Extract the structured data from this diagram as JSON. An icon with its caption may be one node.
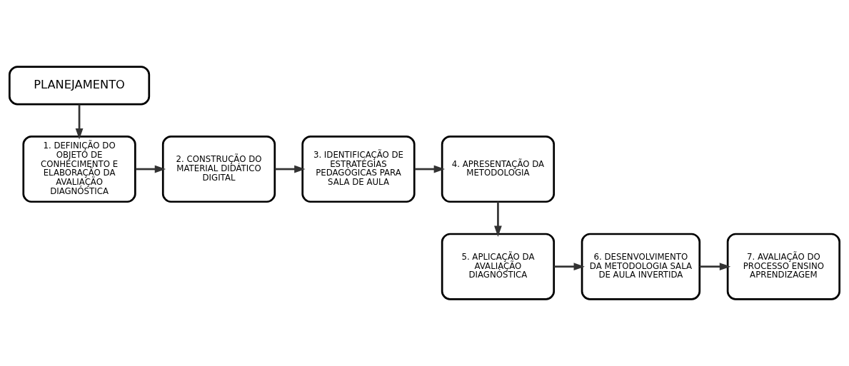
{
  "diagram": {
    "nodes": [
      {
        "text": [
          "PLANEJAMENTO"
        ]
      },
      {
        "text": [
          "1. DEFINIÇÃO DO OBJETO DE CONHECIMENTO E ELABORAÇÃO DA AVALIAÇÃO DIAGNÓSTICA"
        ]
      },
      {
        "text": [
          "2. CONSTRUÇÃO DO MATERIAL DIDÁTICO DIGITAL"
        ]
      },
      {
        "text": [
          "3. IDENTIFICAÇÃO DE ESTRATÉGIAS PEDAGÓGICAS PARA SALA DE AULA"
        ]
      },
      {
        "text": [
          "4. APRESENTAÇÃO DA METODOLOGIA"
        ]
      },
      {
        "text": [
          "5. APLICAÇÃO DA AVALIAÇÃO DIAGNÓSTICA"
        ]
      },
      {
        "text": [
          "6. DESENVOLVIMENTO DA METODOLOGIA SALA DE AULA INVERTIDA"
        ]
      },
      {
        "text": [
          "7. AVALIAÇÃO DO PROCESSO ENSINO APRENDIZAGEM"
        ]
      }
    ],
    "edges": [
      {
        "from": 0,
        "to": 1,
        "arrow": "to"
      },
      {
        "from": 1,
        "to": 2,
        "arrow": "to"
      },
      {
        "from": 2,
        "to": 3,
        "arrow": "to"
      },
      {
        "from": 3,
        "to": 4,
        "arrow": "to"
      },
      {
        "from": 4,
        "to": 5,
        "arrow": "to"
      },
      {
        "from": 5,
        "to": 6,
        "arrow": "to"
      },
      {
        "from": 6,
        "to": 7,
        "arrow": "to"
      }
    ]
  }
}
